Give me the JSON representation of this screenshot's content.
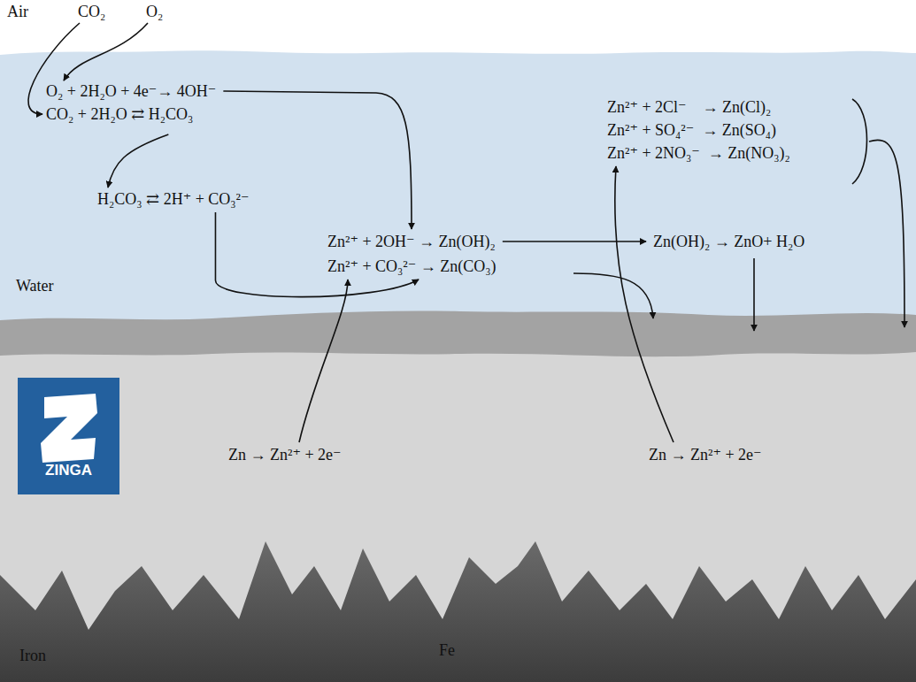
{
  "diagram": {
    "nodes": [
      {
        "text": [
          "CO₂"
        ]
      },
      {
        "text": [
          "O₂"
        ]
      },
      {
        "text": [
          "O₂ + 2H₂O + 4e⁻→ 4OH⁻"
        ]
      },
      {
        "text": [
          "CO₂ + 2H₂O ⇄ H₂CO₃"
        ]
      },
      {
        "text": [
          "H₂CO₃ ⇄ 2H⁺ + CO₃²⁻"
        ]
      },
      {
        "text": [
          "Zn²⁺ + 2OH⁻ → Zn(OH)₂"
        ]
      },
      {
        "text": [
          "Zn²⁺ + CO₃²⁻ → Zn(CO₃)"
        ]
      },
      {
        "text": [
          "Zn(OH)₂ → ZnO+ H₂O"
        ]
      },
      {
        "text": [
          "Zn²⁺ + 2Cl⁻    → Zn(Cl)₂"
        ]
      },
      {
        "text": [
          "Zn²⁺ + SO₄²⁻  → Zn(SO₄)"
        ]
      },
      {
        "text": [
          "Zn²⁺ + 2NO₃⁻  → Zn(NO₃)₂"
        ]
      },
      {
        "text": [
          "Zn → Zn²⁺ + 2e⁻"
        ]
      },
      {
        "text": [
          "Zn → Zn²⁺ + 2e⁻"
        ]
      },
      {
        "text": [
          "ZINGA"
        ]
      }
    ],
    "edges": [
      {
        "from": 0,
        "to": 3,
        "arrow": "to"
      },
      {
        "from": 1,
        "to": 2,
        "arrow": "to"
      },
      {
        "from": 2,
        "to": 5,
        "arrow": "to"
      },
      {
        "from": 3,
        "to": 4,
        "arrow": "to"
      },
      {
        "from": 4,
        "to": 6,
        "arrow": "to"
      },
      {
        "from": 11,
        "to": 6,
        "arrow": "to"
      },
      {
        "from": 12,
        "to": 10,
        "arrow": "to"
      },
      {
        "from": 5,
        "to": 7,
        "arrow": "to"
      }
    ],
    "labels": [
      "Air",
      "Water",
      "Iron",
      "Fe"
    ]
  }
}
